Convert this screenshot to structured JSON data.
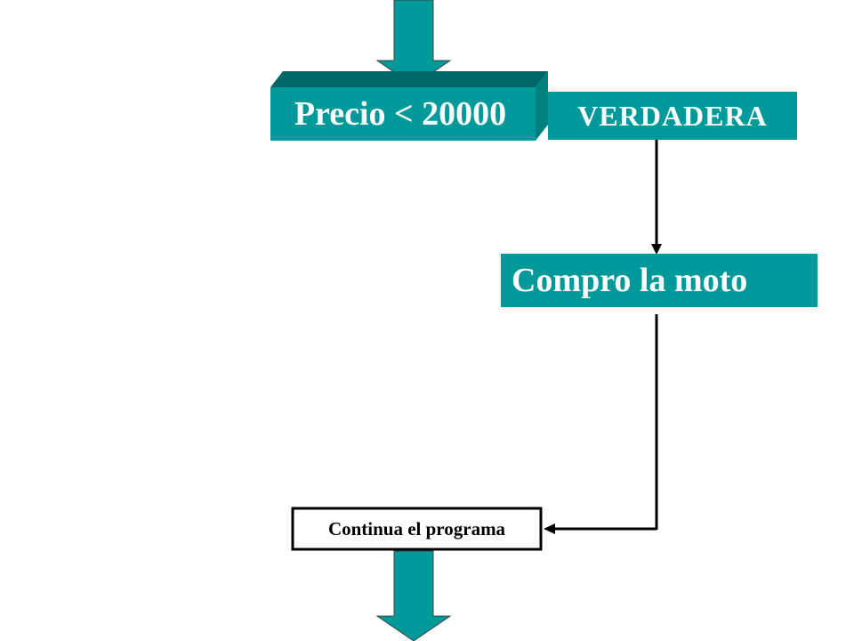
{
  "diagram": {
    "condition_label": "Precio < 20000",
    "true_branch_label": "VERDADERA",
    "action_label": "Compro la moto",
    "continue_label": "Continua el programa"
  },
  "colors": {
    "teal": "#009999",
    "teal_dark": "#006666",
    "teal_mid": "#007f7f",
    "arrow_line": "#000000",
    "box_border": "#000000"
  },
  "icons": {
    "entry_arrow": "down-arrow-icon",
    "exit_arrow": "down-arrow-icon"
  }
}
